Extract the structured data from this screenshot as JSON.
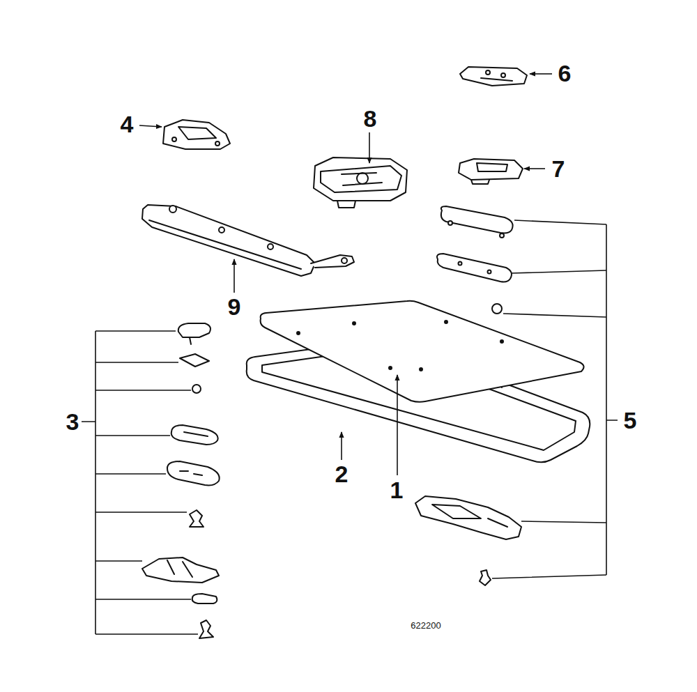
{
  "diagram": {
    "labels": [
      "6",
      "4",
      "8",
      "7",
      "9",
      "3",
      "5",
      "2",
      "1",
      "622200"
    ]
  }
}
